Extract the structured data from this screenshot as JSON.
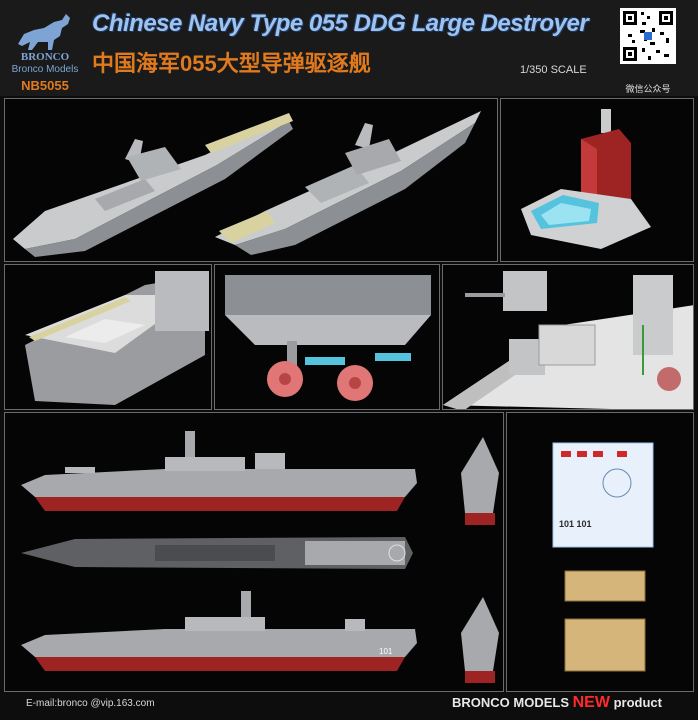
{
  "header": {
    "title_en": "Chinese Navy Type 055 DDG Large Destroyer",
    "title_cn": "中国海军055大型导弹驱逐舰",
    "scale": "1/350 SCALE",
    "logo": {
      "brand": "Bronco Models",
      "model_number": "NB5055",
      "lettering": "BRONCO"
    },
    "qr_caption": "微信公众号"
  },
  "decal_sheet": {
    "hull_numbers": "101 101"
  },
  "profile": {
    "hull_number": "101"
  },
  "footer": {
    "email": "E-mail:bronco @vip.163.com",
    "brand_prefix": "BRONCO MODELS",
    "brand_new": "NEW",
    "brand_suffix": "product"
  },
  "colors": {
    "title_blue": "#9ec3ee",
    "accent_orange": "#e07a1f",
    "new_red": "#ff2a2a",
    "hull_red": "#9e2424",
    "ship_gray": "#a7a9ad",
    "propeller_pink": "#e07676"
  },
  "icons": [
    "horse-logo",
    "qr-code"
  ]
}
